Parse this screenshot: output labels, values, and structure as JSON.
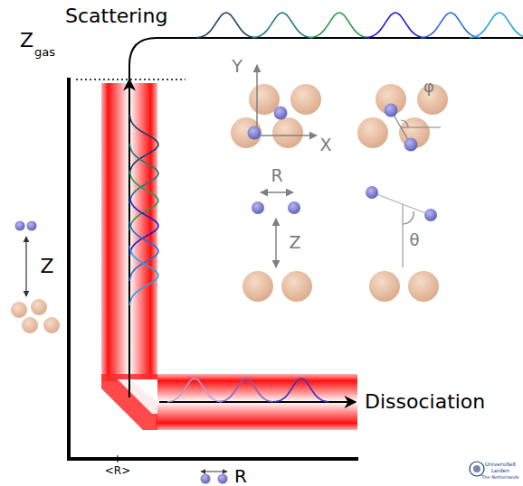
{
  "diagram": {
    "labels": [
      "Scattering",
      "Z",
      "gas",
      "Y",
      "X",
      "φ",
      "R",
      "Z",
      "θ",
      "Z",
      "Dissociation",
      "<R>",
      "R",
      "Universiteit",
      "Leiden",
      "The Netherlands"
    ]
  }
}
